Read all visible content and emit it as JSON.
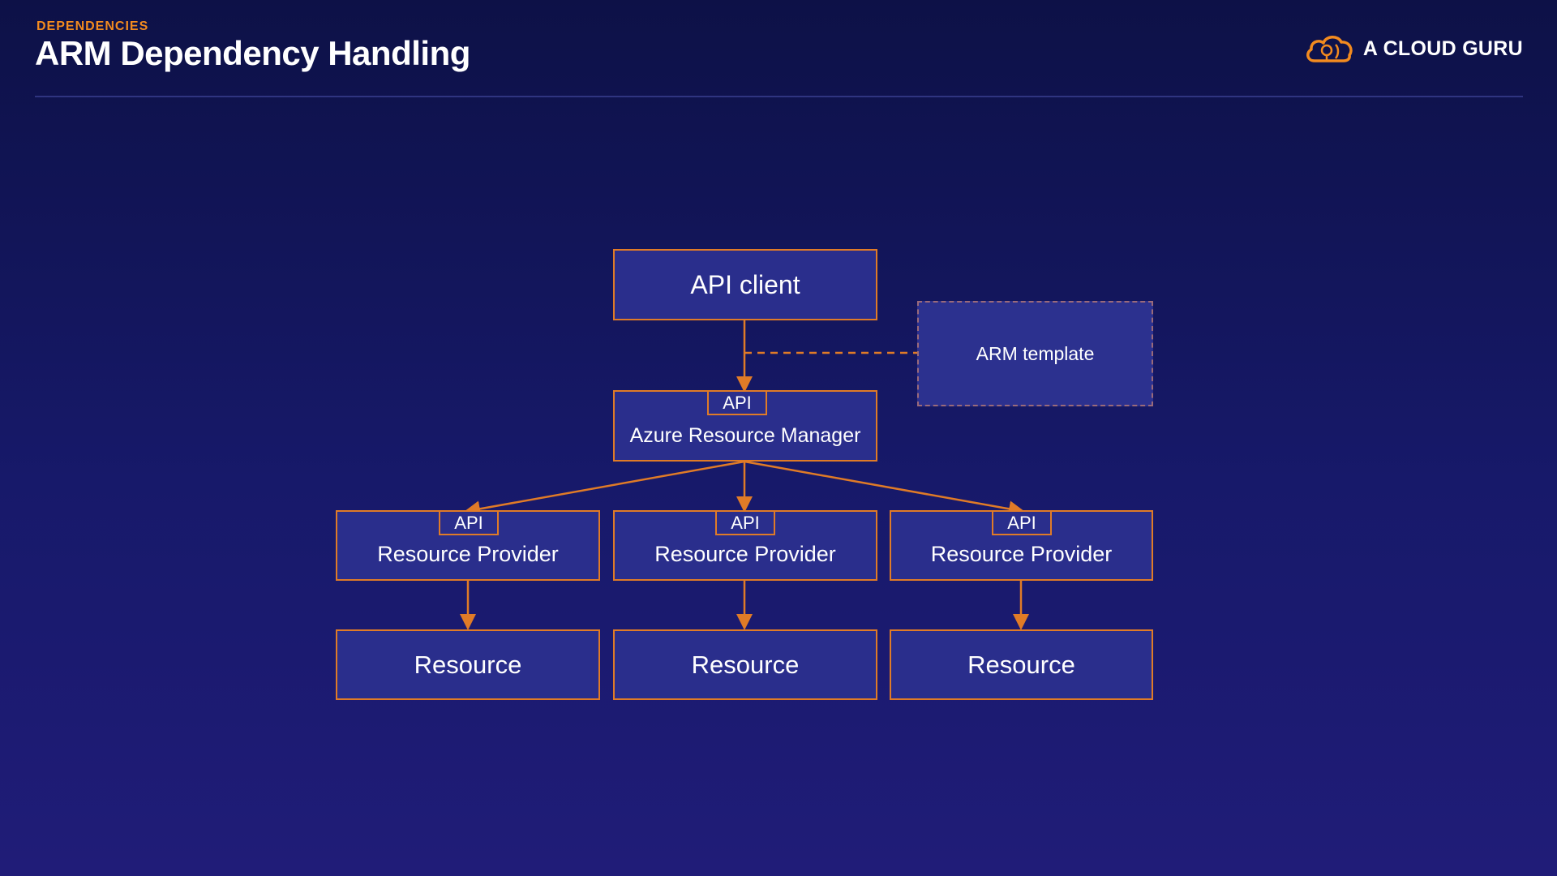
{
  "header": {
    "eyebrow": "DEPENDENCIES",
    "title": "ARM Dependency Handling"
  },
  "brand": {
    "name": "A CLOUD GURU",
    "logo_icon": "cloud-logo-icon"
  },
  "colors": {
    "accent": "#f38b1f",
    "box_fill": "#2a2e8c",
    "box_border": "#e07b27",
    "background_top": "#0d1147",
    "background_bottom": "#201c78"
  },
  "diagram": {
    "api_client": "API client",
    "arm_template": "ARM template",
    "arm": {
      "api_tab": "API",
      "label": "Azure Resource Manager"
    },
    "providers": [
      {
        "api_tab": "API",
        "label": "Resource Provider"
      },
      {
        "api_tab": "API",
        "label": "Resource Provider"
      },
      {
        "api_tab": "API",
        "label": "Resource Provider"
      }
    ],
    "resources": [
      {
        "label": "Resource"
      },
      {
        "label": "Resource"
      },
      {
        "label": "Resource"
      }
    ]
  }
}
